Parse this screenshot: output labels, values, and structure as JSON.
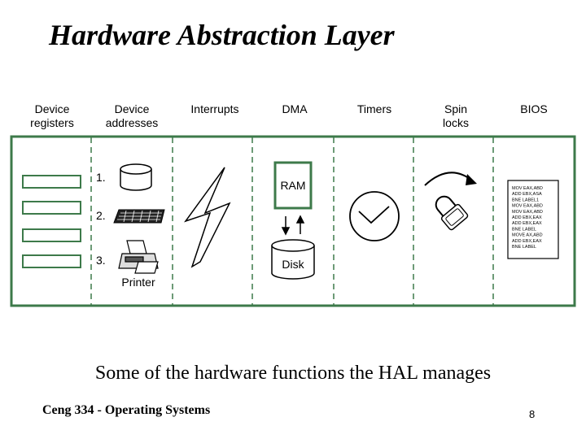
{
  "slide": {
    "title": "Hardware Abstraction Layer",
    "caption": "Some of the hardware functions the HAL manages",
    "footer": "Ceng 334 - Operating Systems",
    "page_number": "8"
  },
  "columns": [
    {
      "line1": "Device",
      "line2": "registers"
    },
    {
      "line1": "Device",
      "line2": "addresses"
    },
    {
      "line1": "",
      "line2": "Interrupts"
    },
    {
      "line1": "",
      "line2": "DMA"
    },
    {
      "line1": "",
      "line2": "Timers"
    },
    {
      "line1": "Spin",
      "line2": "locks"
    },
    {
      "line1": "",
      "line2": "BIOS"
    }
  ],
  "device_addresses": {
    "items": [
      "1.",
      "2.",
      "3."
    ],
    "printer_label": "Printer"
  },
  "dma": {
    "ram_label": "RAM",
    "disk_label": "Disk"
  },
  "bios": {
    "code_lines": [
      "MOV EAX,ABD",
      "ADD EBX,ASA",
      "BNE LABEL1",
      "MOV EAX,ABD",
      "MOV EAX,ABD",
      "ADD EBX,EAX",
      "ADD EBX,EAX",
      "BNE LABEL",
      "MOVE AX,ABD",
      "ADD EBX,EAX",
      "BNE LABEL"
    ]
  },
  "colors": {
    "frame": "#3d7a4a",
    "divider": "#3d7a4a",
    "ink": "#000000"
  }
}
